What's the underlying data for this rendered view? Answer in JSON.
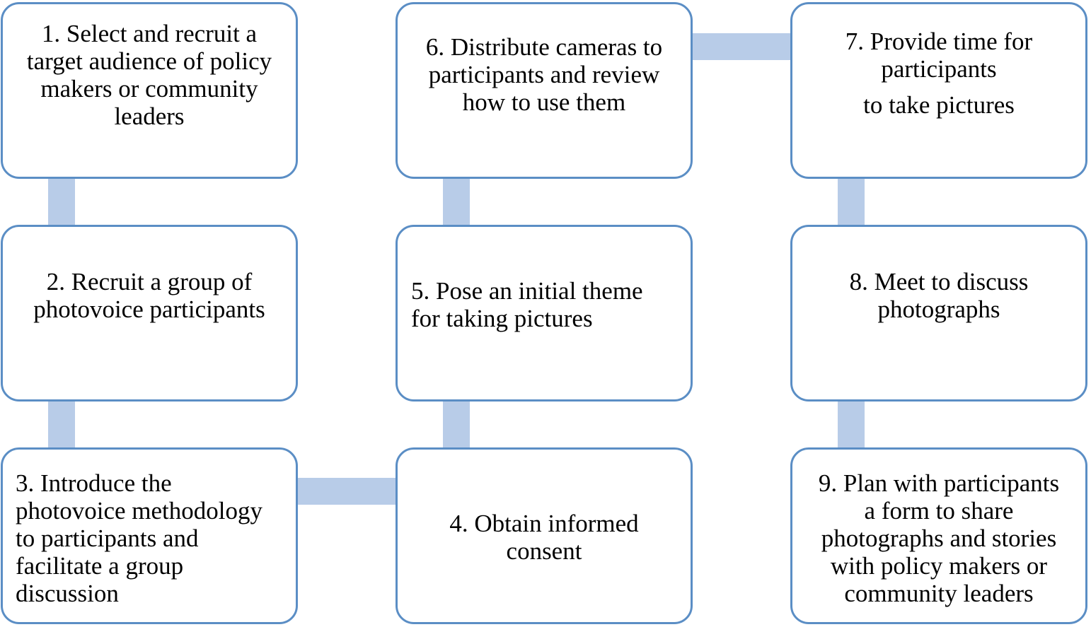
{
  "steps": [
    {
      "id": 1,
      "lines": [
        "1. Select and recruit a",
        "target audience of policy",
        "makers or community",
        "leaders"
      ]
    },
    {
      "id": 2,
      "lines": [
        "2. Recruit a group of",
        "photovoice participants"
      ]
    },
    {
      "id": 3,
      "lines": [
        "3. Introduce the",
        "photovoice methodology",
        "to participants and",
        "facilitate a group",
        "discussion"
      ]
    },
    {
      "id": 4,
      "lines": [
        "4. Obtain informed",
        "consent"
      ]
    },
    {
      "id": 5,
      "lines": [
        "5. Pose an initial theme",
        "for taking pictures"
      ]
    },
    {
      "id": 6,
      "lines": [
        "6. Distribute cameras to",
        "participants and review",
        "how to use them"
      ]
    },
    {
      "id": 7,
      "lines": [
        "7. Provide time for",
        "participants",
        "to take pictures"
      ]
    },
    {
      "id": 8,
      "lines": [
        "8. Meet to discuss",
        "photographs"
      ]
    },
    {
      "id": 9,
      "lines": [
        "9. Plan with participants",
        "a form to share",
        "photographs and stories",
        "with policy makers or",
        "community leaders"
      ]
    }
  ],
  "connections": [
    [
      1,
      2
    ],
    [
      2,
      3
    ],
    [
      3,
      4
    ],
    [
      4,
      5
    ],
    [
      5,
      6
    ],
    [
      6,
      7
    ],
    [
      7,
      8
    ],
    [
      8,
      9
    ]
  ],
  "colors": {
    "box_border": "#5b8ec5",
    "connector": "#b8cce8",
    "text": "#000000"
  }
}
